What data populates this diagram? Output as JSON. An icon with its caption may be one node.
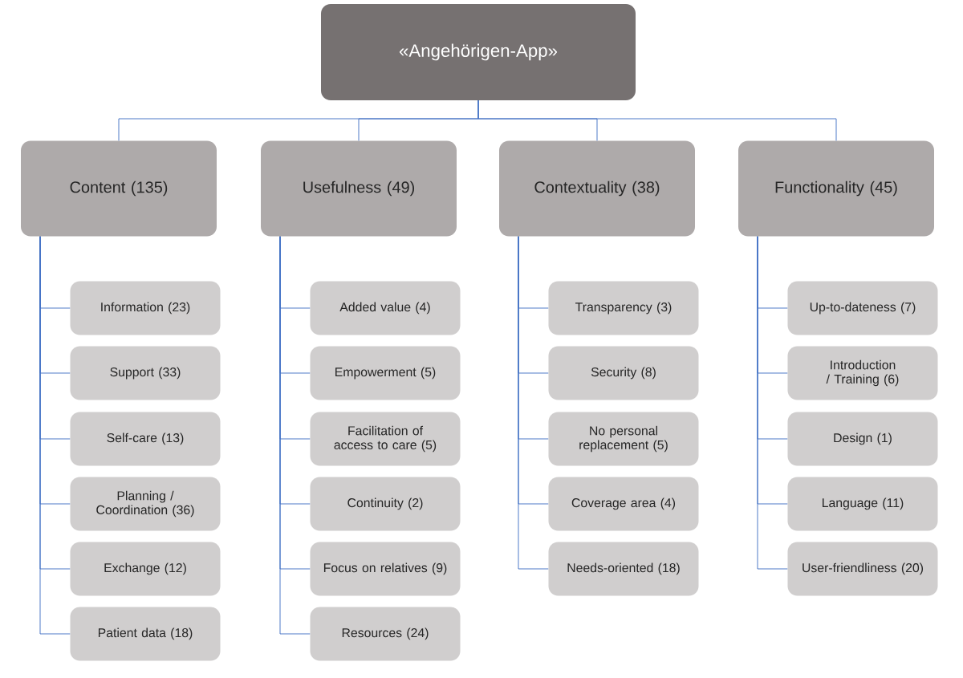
{
  "diagram": {
    "nodes": [
      {
        "text": [
          "«Angehörigen-App»"
        ]
      },
      {
        "text": [
          "Content (135)"
        ]
      },
      {
        "text": [
          "Usefulness (49)"
        ]
      },
      {
        "text": [
          "Contextuality (38)"
        ]
      },
      {
        "text": [
          "Functionality (45)"
        ]
      },
      {
        "text": [
          "Information (23)"
        ]
      },
      {
        "text": [
          "Support (33)"
        ]
      },
      {
        "text": [
          "Self-care (13)"
        ]
      },
      {
        "text": [
          "Planning / Coordination (36)"
        ]
      },
      {
        "text": [
          "Exchange (12)"
        ]
      },
      {
        "text": [
          "Patient data (18)"
        ]
      },
      {
        "text": [
          "Added value (4)"
        ]
      },
      {
        "text": [
          "Empowerment (5)"
        ]
      },
      {
        "text": [
          "Facilitation of access to care (5)"
        ]
      },
      {
        "text": [
          "Continuity (2)"
        ]
      },
      {
        "text": [
          "Focus on relatives (9)"
        ]
      },
      {
        "text": [
          "Resources (24)"
        ]
      },
      {
        "text": [
          "Transparency (3)"
        ]
      },
      {
        "text": [
          "Security (8)"
        ]
      },
      {
        "text": [
          "No personal replacement (5)"
        ]
      },
      {
        "text": [
          "Coverage area (4)"
        ]
      },
      {
        "text": [
          "Needs-oriented (18)"
        ]
      },
      {
        "text": [
          "Up-to-dateness (7)"
        ]
      },
      {
        "text": [
          "Introduction / Training (6)"
        ]
      },
      {
        "text": [
          "Design (1)"
        ]
      },
      {
        "text": [
          "Language (11)"
        ]
      },
      {
        "text": [
          "User-friendliness (20)"
        ]
      }
    ],
    "edges": [
      {
        "from": 0,
        "to": 1,
        "arrow": "none"
      },
      {
        "from": 0,
        "to": 2,
        "arrow": "none"
      },
      {
        "from": 0,
        "to": 3,
        "arrow": "none"
      },
      {
        "from": 0,
        "to": 4,
        "arrow": "none"
      },
      {
        "from": 1,
        "to": 5,
        "arrow": "none"
      },
      {
        "from": 1,
        "to": 6,
        "arrow": "none"
      },
      {
        "from": 1,
        "to": 7,
        "arrow": "none"
      },
      {
        "from": 1,
        "to": 8,
        "arrow": "none"
      },
      {
        "from": 1,
        "to": 9,
        "arrow": "none"
      },
      {
        "from": 1,
        "to": 10,
        "arrow": "none"
      },
      {
        "from": 2,
        "to": 11,
        "arrow": "none"
      },
      {
        "from": 2,
        "to": 12,
        "arrow": "none"
      },
      {
        "from": 2,
        "to": 13,
        "arrow": "none"
      },
      {
        "from": 2,
        "to": 14,
        "arrow": "none"
      },
      {
        "from": 2,
        "to": 15,
        "arrow": "none"
      },
      {
        "from": 2,
        "to": 16,
        "arrow": "none"
      },
      {
        "from": 3,
        "to": 17,
        "arrow": "none"
      },
      {
        "from": 3,
        "to": 18,
        "arrow": "none"
      },
      {
        "from": 3,
        "to": 19,
        "arrow": "none"
      },
      {
        "from": 3,
        "to": 20,
        "arrow": "none"
      },
      {
        "from": 3,
        "to": 21,
        "arrow": "none"
      },
      {
        "from": 4,
        "to": 22,
        "arrow": "none"
      },
      {
        "from": 4,
        "to": 23,
        "arrow": "none"
      },
      {
        "from": 4,
        "to": 24,
        "arrow": "none"
      },
      {
        "from": 4,
        "to": 25,
        "arrow": "none"
      },
      {
        "from": 4,
        "to": 26,
        "arrow": "none"
      }
    ]
  }
}
